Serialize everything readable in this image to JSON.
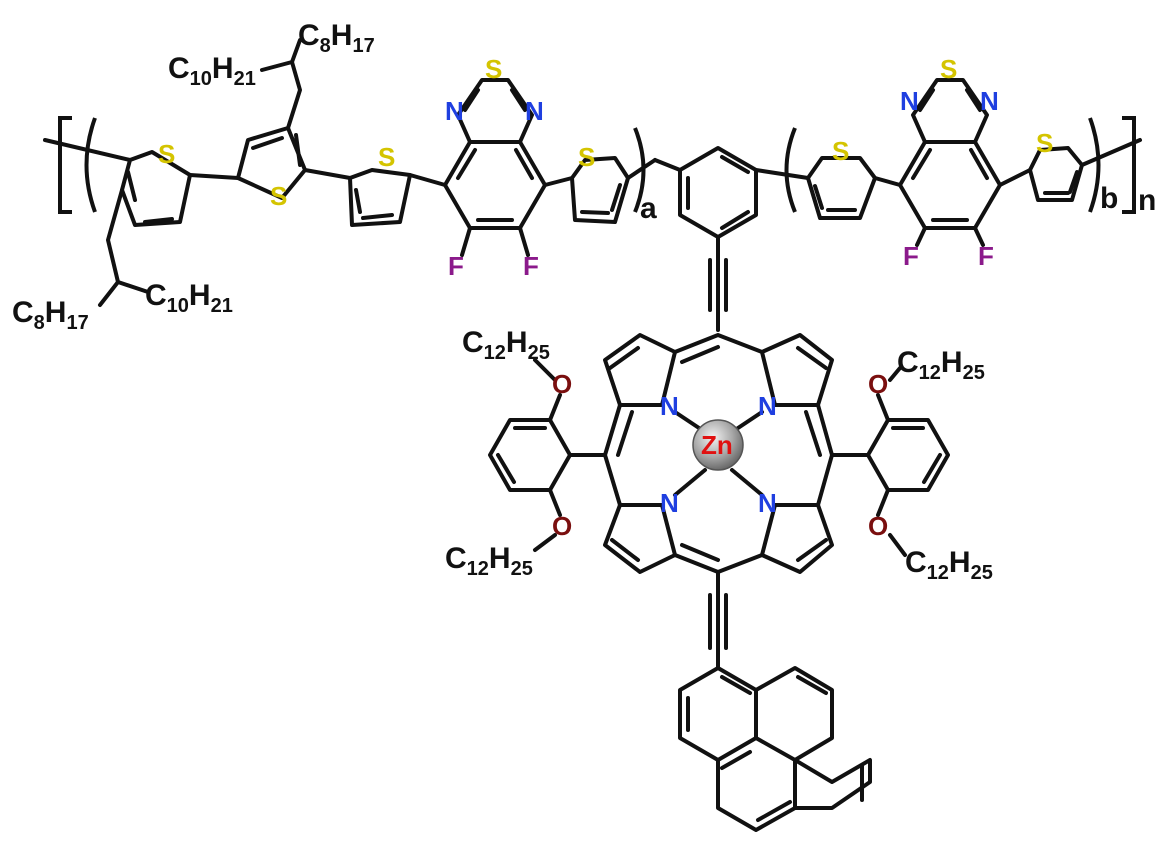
{
  "colors": {
    "bond": "#111111",
    "sulfur": "#d4c400",
    "nitrogen": "#1f3fe0",
    "fluorine": "#8b1a8b",
    "oxygen": "#7a0f0f",
    "zinc": "#e01010",
    "zinc_sphere": "#a8a8a8"
  },
  "atoms": {
    "sulfur": "S",
    "nitrogen": "N",
    "fluorine": "F",
    "oxygen": "O",
    "zinc": "Zn"
  },
  "repeat_labels": {
    "a": "a",
    "b": "b",
    "n": "n"
  },
  "groups": {
    "c8h17": {
      "base": "C",
      "c": "8",
      "h": "H",
      "hc": "17"
    },
    "c10h21": {
      "base": "C",
      "c": "10",
      "h": "H",
      "hc": "21"
    },
    "c12h25": {
      "base": "C",
      "c": "12",
      "h": "H",
      "hc": "25"
    }
  }
}
